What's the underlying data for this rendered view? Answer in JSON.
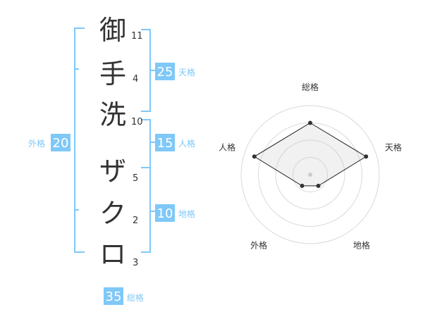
{
  "name": {
    "surname": [
      {
        "char": "御",
        "strokes": "11"
      },
      {
        "char": "手",
        "strokes": "4"
      },
      {
        "char": "洗",
        "strokes": "10"
      }
    ],
    "given": [
      {
        "char": "ザ",
        "strokes": "5"
      },
      {
        "char": "ク",
        "strokes": "2"
      },
      {
        "char": "ロ",
        "strokes": "3"
      }
    ]
  },
  "fortune": {
    "tenkaku": {
      "value": "25",
      "label": "天格"
    },
    "jinkaku": {
      "value": "15",
      "label": "人格"
    },
    "chikaku": {
      "value": "10",
      "label": "地格"
    },
    "gaikaku": {
      "value": "20",
      "label": "外格"
    },
    "soukaku": {
      "value": "35",
      "label": "総格"
    }
  },
  "chart_data": {
    "type": "radar",
    "axes": [
      "総格",
      "天格",
      "地格",
      "外格",
      "人格"
    ],
    "values": [
      0.75,
      0.85,
      0.2,
      0.2,
      0.85
    ],
    "range": [
      0,
      1
    ],
    "rings": 4,
    "colors": {
      "accent": "#7fc8f8",
      "line": "#222222",
      "ring": "#d9d9d9"
    }
  }
}
